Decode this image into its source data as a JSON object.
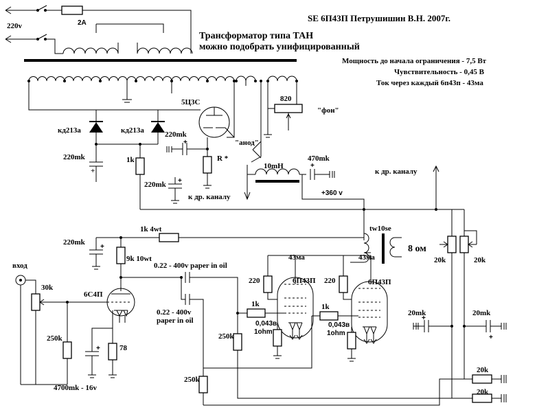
{
  "title": "SE 6П43П  Петрушишин В.Н. 2007г.",
  "transformer": {
    "line1": "Трансформатор типа ТАН",
    "line2": "можно подобрать унифицированный"
  },
  "specs": {
    "power": "Мощность до начала ограничения - 7,5 Вт",
    "sensitivity": "Чувствительность - 0,45 В",
    "current": "Ток через каждый 6п43п - 43ма"
  },
  "labels": {
    "mains_voltage": "220v",
    "fuse": "2A",
    "rectifier_tube": "5Ц3С",
    "diode_left": "кд213а",
    "diode_right": "кд213а",
    "cap_220mk_a": "220mk",
    "res_1k_a": "1k",
    "cap_220mk_b": "220mk",
    "cap_220mk_c": "220mk",
    "res_r": "R *",
    "anode": "\"анод\"",
    "choke": "10mH",
    "cap_470mk": "470mk",
    "pot_820": "820",
    "hum": "\"фон\"",
    "to_other_channel_a": "к др. каналу",
    "to_other_channel_b": "к др. каналу",
    "plus_360": "+360 v",
    "res_1k_4wt": "1k 4wt",
    "cap_220mk_d": "220mk",
    "res_9k": "9k 10wt",
    "input": "вход",
    "pot_30k": "30k",
    "tube_6c4p": "6С4П",
    "cap_coupling_1": "0.22 - 400v paper in oil",
    "cap_coupling_2_line1": "0.22 - 400v",
    "cap_coupling_2_line2": "paper in oil",
    "res_250k_a": "250k",
    "res_78": "78",
    "cap_4700mk": "4700mk - 16v",
    "res_250k_b": "250k",
    "res_250k_c": "250k",
    "current_left": "43ма",
    "current_right": "43ма",
    "res_220_left": "220",
    "res_220_right": "220",
    "tube_6p43p_left": "6П43П",
    "tube_6p43p_right": "6П43П",
    "res_1k_grid_left": "1k",
    "res_1k_grid_right": "1k",
    "shunt_left_v": "0,043в",
    "shunt_left_r": "1ohm",
    "shunt_right_v": "0,043в",
    "shunt_right_r": "1ohm",
    "output_transformer": "tw10se",
    "speaker": "8 ом",
    "pot_20k_left": "20k",
    "pot_20k_right": "20k",
    "cap_20mk_left": "20mk",
    "cap_20mk_right": "20mk",
    "res_20k_top": "20k",
    "res_20k_bottom": "20k"
  }
}
